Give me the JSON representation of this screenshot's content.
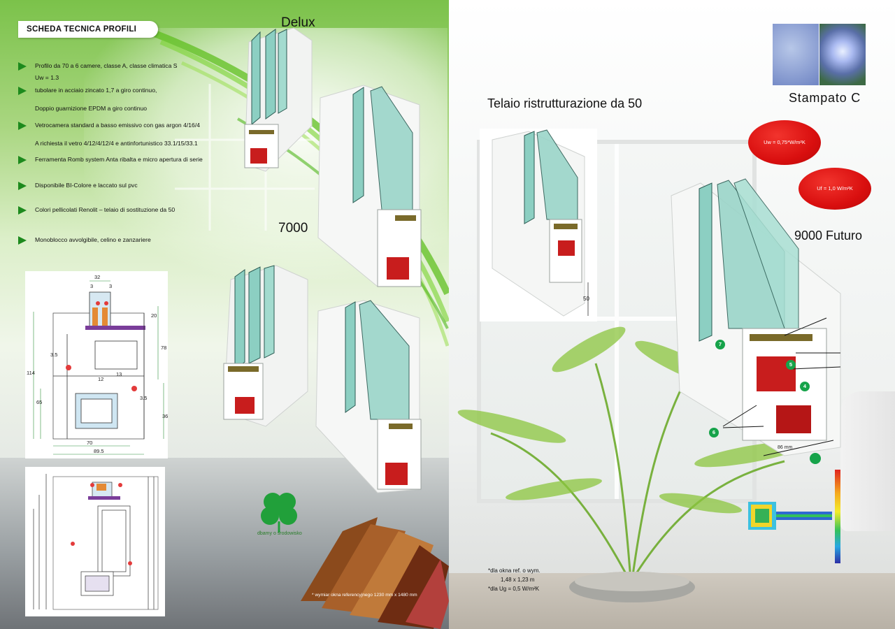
{
  "left_page": {
    "spec_title": "SCHEDA TECNICA PROFILI",
    "bullets": [
      "Profilo da  70  a 6  camere, classe A, classe climatica S",
      "tubolare in acciaio zincato 1,7 a giro continuo,",
      "Vetrocamera standard  a basso emissivo  con gas argon 4/16/4",
      "Ferramenta Romb system Anta ribalta e micro apertura  di serie",
      "Disponibile BI-Colore e laccato  sul pvc",
      "Colori pellicolati Renolit –  telaio di sostituzione da 50",
      "Monoblocco avvolgibile, celino e zanzariere"
    ],
    "extra_lines": {
      "uw": "Uw = 1.3",
      "gasket": "Doppio  guarnizione  EPDM  a  giro  continuo",
      "glass_option": "A richiesta  il vetro 4/12/4/12/4 e  antinfortunistico 33.1/15/33.1"
    },
    "profile_names": {
      "delux": "Delux",
      "p7000": "7000"
    },
    "drawing_1_dims": {
      "top": "32",
      "small_left": "3",
      "small_right": "3",
      "d20": "20",
      "d78": "78",
      "d114": "114",
      "d3_5a": "3.5",
      "d12": "12",
      "d13": "13",
      "d3_5b": "3.5",
      "d65": "65",
      "d36": "36",
      "w70": "70",
      "w89_5": "89.5"
    },
    "eco_text": "dbamy o środowisko",
    "reference_note": "* wymiar okna referencyjnego 1230 mm x 1480 mm"
  },
  "right_page": {
    "stampato_label": "Stampato  C",
    "telaio_label": "Telaio ristrutturazione da 50",
    "telaio_dim": "50",
    "futuro_label": "9000 Futuro",
    "uw_value": "Uw = 0,75*W/m²K",
    "uf_value": "Uf = 1,0  W/m²K",
    "markers": [
      "7",
      "5",
      "4",
      "6"
    ],
    "width_dim": "86 mm",
    "footnote": [
      "*dla okna ref. o wym.",
      "1,48 x 1,23 m",
      "*dla Ug = 0,5 W/m²K"
    ]
  },
  "colors": {
    "bullet_green": "#1d8a1d",
    "oval_red": "#d90f0f",
    "marker_green": "#16a34a"
  }
}
